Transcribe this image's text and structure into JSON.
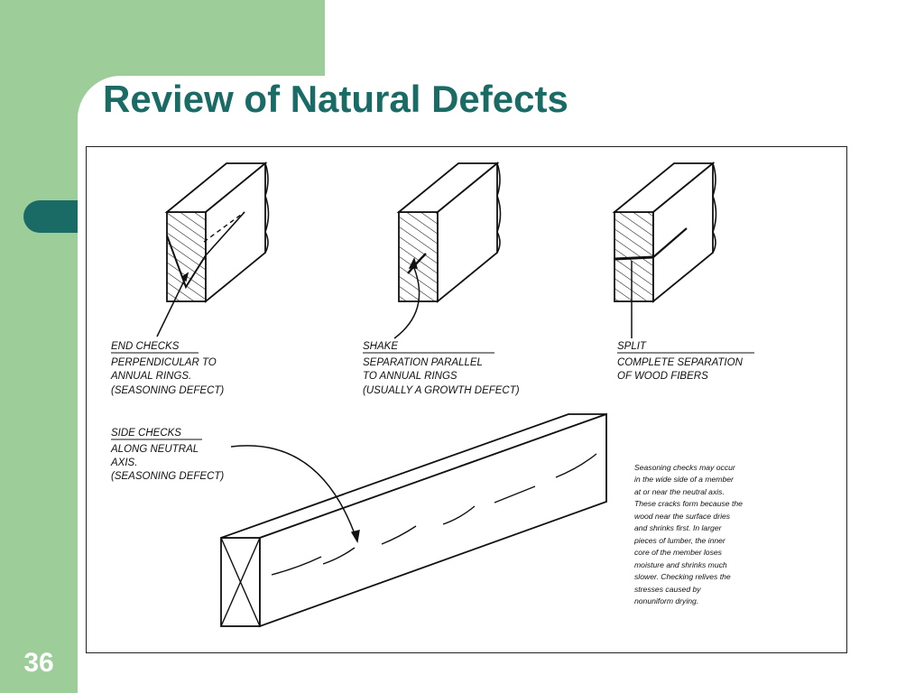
{
  "slide": {
    "title": "Review of Natural Defects",
    "number": "36"
  },
  "colors": {
    "accent_green": "#9dcd98",
    "title_teal": "#1a6b66",
    "line": "#111111"
  },
  "figure": {
    "end_checks": {
      "heading": "END CHECKS",
      "lines": [
        "PERPENDICULAR TO",
        "ANNUAL RINGS.",
        "(SEASONING DEFECT)"
      ]
    },
    "shake": {
      "heading": "SHAKE",
      "lines": [
        "SEPARATION PARALLEL",
        "TO ANNUAL RINGS",
        "(USUALLY A GROWTH DEFECT)"
      ]
    },
    "split": {
      "heading": "SPLIT",
      "lines": [
        "COMPLETE SEPARATION",
        "OF WOOD FIBERS"
      ]
    },
    "side_checks": {
      "heading": "SIDE CHECKS",
      "lines": [
        "ALONG NEUTRAL",
        "AXIS.",
        "(SEASONING DEFECT)"
      ]
    },
    "note_lines": [
      "Seasoning checks may occur",
      "in the wide side of a member",
      "at or near the neutral axis.",
      "These cracks form because the",
      "wood near the surface dries",
      "and shrinks first. In larger",
      "pieces of lumber, the inner",
      "core of the member loses",
      "moisture and shrinks much",
      "slower. Checking relives the",
      "stresses caused by",
      "nonuniform drying."
    ]
  }
}
